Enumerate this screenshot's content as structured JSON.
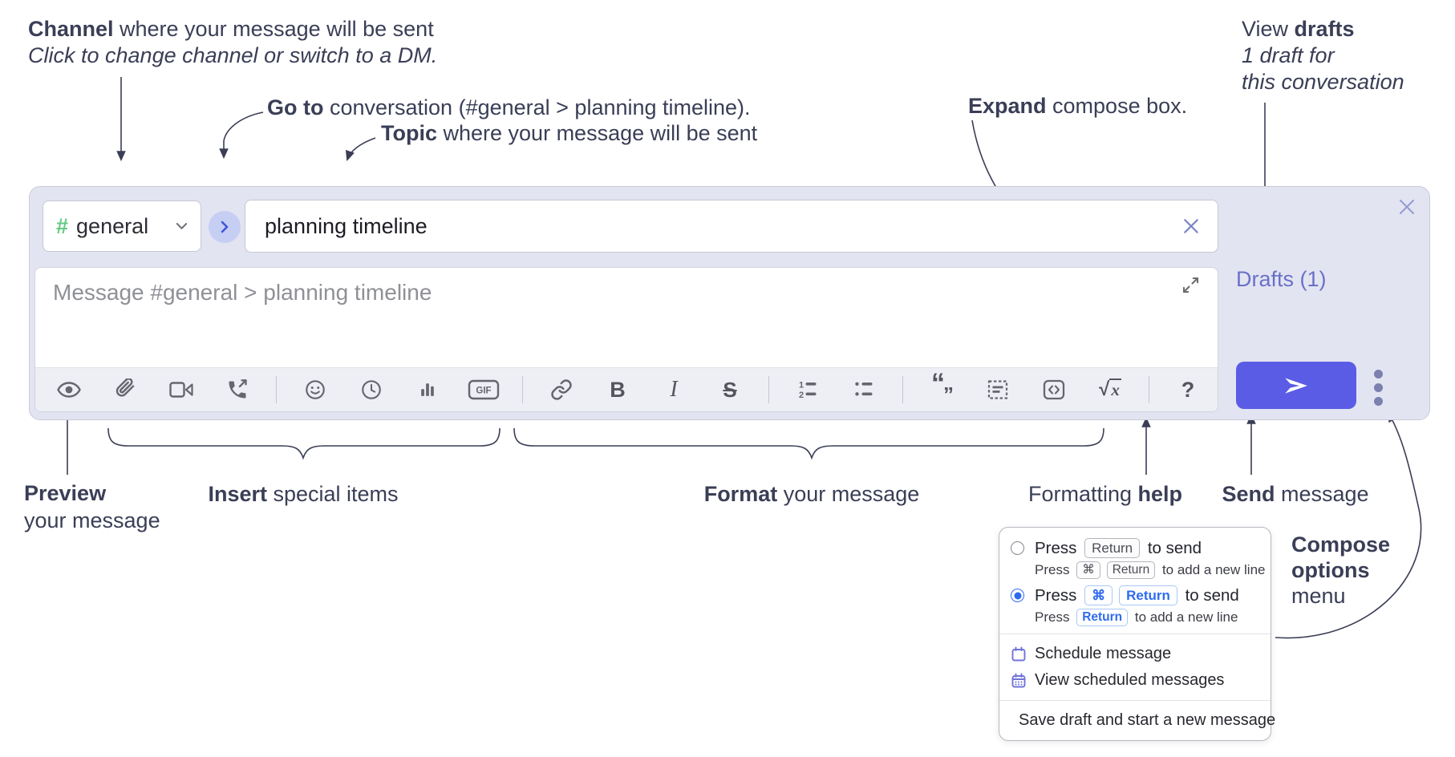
{
  "annotations": {
    "channel": {
      "bold": "Channel",
      "rest": " where your message will be sent",
      "sub": "Click to change channel or switch to a DM."
    },
    "go_to": {
      "bold": "Go to",
      "rest": " conversation (#general > planning timeline)."
    },
    "topic": {
      "bold": "Topic",
      "rest": " where your message will be sent"
    },
    "expand": {
      "bold": "Expand",
      "rest": " compose box."
    },
    "view_drafts": {
      "pre": "View ",
      "bold": "drafts",
      "line2": "1 draft for",
      "line3": "this conversation"
    },
    "preview": {
      "bold": "Preview",
      "line2": "your message"
    },
    "insert": {
      "bold": "Insert",
      "rest": " special items"
    },
    "format": {
      "bold": "Format",
      "rest": " your message"
    },
    "formatting_help": {
      "pre": "Formatting ",
      "bold": "help"
    },
    "send": {
      "bold": "Send",
      "rest": " message"
    },
    "compose_options": {
      "line1": "Compose",
      "line2": "options",
      "line3": "menu"
    }
  },
  "compose": {
    "channel": {
      "hash": "#",
      "name": "general"
    },
    "topic_value": "planning timeline",
    "message_placeholder": "Message #general > planning timeline",
    "drafts_link": "Drafts (1)",
    "toolbar": {
      "icons": [
        "preview-eye",
        "attach-paperclip",
        "video-call",
        "audio-call",
        "emoji",
        "time",
        "poll",
        "gif",
        "link",
        "bold",
        "italic",
        "strikethrough",
        "numbered-list",
        "bulleted-list",
        "quote",
        "spoiler",
        "code",
        "math",
        "help"
      ],
      "gif": "GIF",
      "bold": "B",
      "italic": "I",
      "strike": "S",
      "quote_open": "“",
      "quote_close": "”",
      "sqrt": "√",
      "sqrt_x": "x",
      "list_num1": "1",
      "list_num2": "2",
      "help": "?"
    }
  },
  "menu": {
    "labels": {
      "press": "Press",
      "to_send": "to send",
      "add_line": "to add a new line",
      "return_key": "Return",
      "cmd_key": "⌘"
    },
    "options": [
      {
        "selected": false,
        "main": "Press [Return] to send",
        "sub": "Press [⌘][Return] to add a new line"
      },
      {
        "selected": true,
        "main": "Press [⌘][Return] to send",
        "sub": "Press [Return] to add a new line"
      }
    ],
    "items": [
      {
        "icon": "calendar-icon",
        "label": "Schedule message"
      },
      {
        "icon": "calendar-grid-icon",
        "label": "View scheduled messages"
      },
      {
        "icon": "draft-save-icon",
        "label": "Save draft and start a new message"
      }
    ]
  },
  "colors": {
    "compose_bg": "#e2e4f2",
    "send_button": "#5a5ce5",
    "drafts_link": "#6a70c6",
    "hash_green": "#63c983",
    "kbd_blue": "#2e6bf0",
    "annotation_text": "#3a3e56",
    "toolbar_bg": "#edeff5",
    "menu_icon_purple": "#6f73d9"
  }
}
